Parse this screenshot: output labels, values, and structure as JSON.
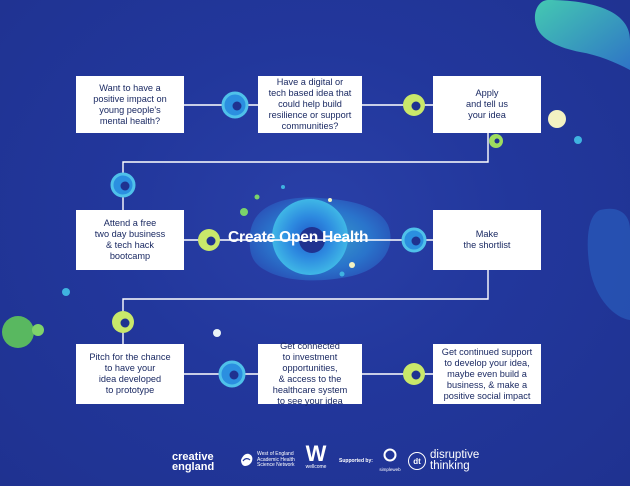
{
  "center_title": "Create Open Health",
  "steps": [
    {
      "text": "Want to have a\npositive impact on\nyoung people's\nmental health?"
    },
    {
      "text": "Have a digital or\ntech based idea that\ncould help build\nresilience or support\ncommunities?"
    },
    {
      "text": "Apply\nand tell us\nyour idea"
    },
    {
      "text": "Make\nthe shortlist"
    },
    {
      "text": "Attend a free\ntwo day business\n& tech hack\nbootcamp"
    },
    {
      "text": "Pitch for the chance\nto have your\nidea developed\nto prototype"
    },
    {
      "text": "Get connected\nto investment\nopportunities,\n& access to the\nhealthcare system\nto see your idea"
    },
    {
      "text": "Get continued support\nto develop your idea,\nmaybe even build a\nbusiness, & make a\npositive social impact"
    }
  ],
  "footer": {
    "creative_england": "creative\nengland",
    "west_of_england": "West of England\nAcademic Health\nScience Network",
    "wellcome_mark": "W",
    "wellcome": "wellcome",
    "supported_by": "Supported by:",
    "simpleweb": "simpleweb",
    "disruptive_thinking": "disruptive\nthinking",
    "dt_mark": "dt"
  },
  "colors": {
    "background": "#20349a",
    "box": "#ffffff",
    "connector": "#ffffff",
    "ring_blue": "#2b8fe0",
    "ring_green": "#c9e86a",
    "accent_teal": "#41c6b0"
  }
}
